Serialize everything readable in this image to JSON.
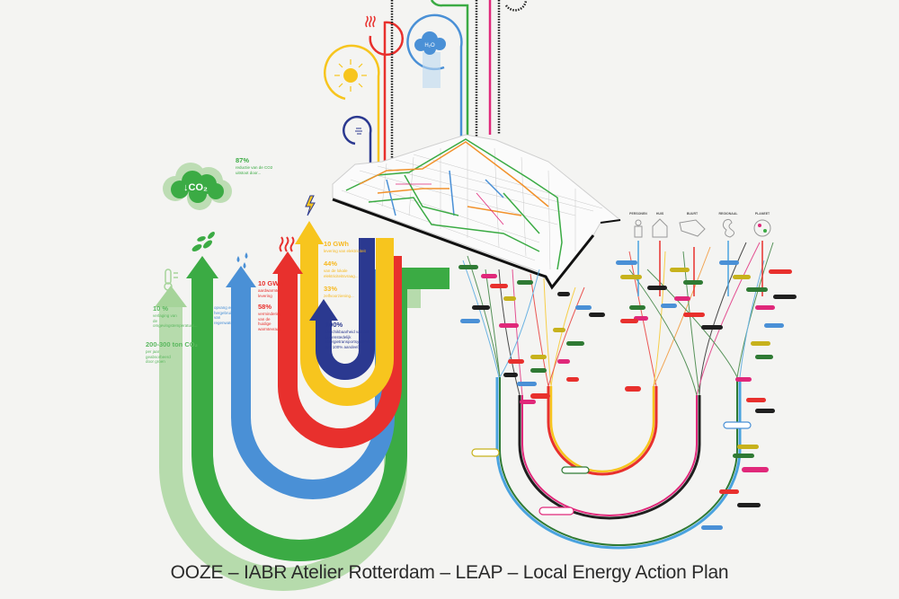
{
  "caption": "OOZE – IABR Atelier Rotterdam – LEAP – Local Energy Action Plan",
  "colors": {
    "navy": "#2b3990",
    "yellow": "#f7c51e",
    "red": "#e8302d",
    "blue": "#4a90d6",
    "green": "#3bab44",
    "light_green": "#a6d49a",
    "magenta": "#e0287a",
    "dark_green": "#2f7a34",
    "black": "#1f1f1f",
    "background": "#f4f4f2"
  },
  "cloud": {
    "label": "↓CO₂",
    "icon": "co2-cloud-icon"
  },
  "stats": {
    "co2": {
      "value": "87%",
      "text": "reductie van de CO2 uitstoot door..."
    },
    "lightning": {
      "value": "10 GWh",
      "text": "levering van elektriciteit"
    },
    "yellow_2": {
      "value": "44%",
      "text": "van de lokale elektriciteitsvraag..."
    },
    "yellow_3": {
      "value": "33%",
      "text": "zelfvoorziening..."
    },
    "navy": {
      "value": "100%",
      "text": "beschikbaarheid van het buitenstedelijk energietransportsysteem (tot 100% aandeel)"
    },
    "red_1": {
      "value": "10 GWh",
      "text": "aardwarmte levering"
    },
    "red_2": {
      "value": "58%",
      "text": "vermindering van de huidige warmtevraag..."
    },
    "blue": {
      "value": "",
      "text": "opvang en hergebruik van regenwater..."
    },
    "light_green_1": {
      "value": "10 %",
      "text": "verlaging van de omgevingstemperatuur..."
    },
    "light_green_2": {
      "value": "200-300 ton CO₂",
      "text": "per jaar geabsorbeerd door groen"
    }
  },
  "top_icons": [
    {
      "name": "heat-icon",
      "label": ""
    },
    {
      "name": "sun-icon",
      "label": ""
    },
    {
      "name": "water-cloud-icon",
      "label": "H₂O"
    },
    {
      "name": "wind-icon",
      "label": ""
    }
  ],
  "category_icons": [
    {
      "name": "person-icon",
      "label": "PERSONEN"
    },
    {
      "name": "house-icon",
      "label": "HUIS"
    },
    {
      "name": "neighborhood-icon",
      "label": "BUURT"
    },
    {
      "name": "region-icon",
      "label": "REGIONAAL"
    },
    {
      "name": "planet-icon",
      "label": "PLANEET"
    }
  ]
}
